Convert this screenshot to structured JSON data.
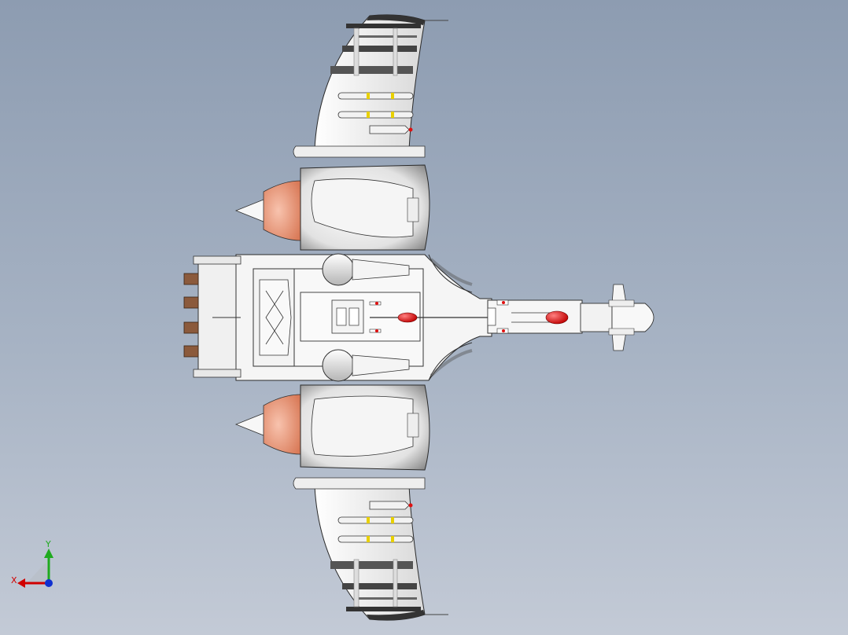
{
  "viewport": {
    "background_top": "#8d9cb1",
    "background_bottom": "#c3cad6"
  },
  "model": {
    "subject": "aircraft-model",
    "view": "top",
    "body_color": "#f4f4f4",
    "outline_color": "#2a2a2a",
    "engine_nose_color": "#e89a7c",
    "missile_warhead_color": "#e01010",
    "stripe_color": "#333333",
    "band_color": "#e8d000"
  },
  "triad": {
    "x_label": "X",
    "y_label": "Y",
    "x_color": "#d00000",
    "y_color": "#1faa1f",
    "z_color": "#1030d0"
  }
}
